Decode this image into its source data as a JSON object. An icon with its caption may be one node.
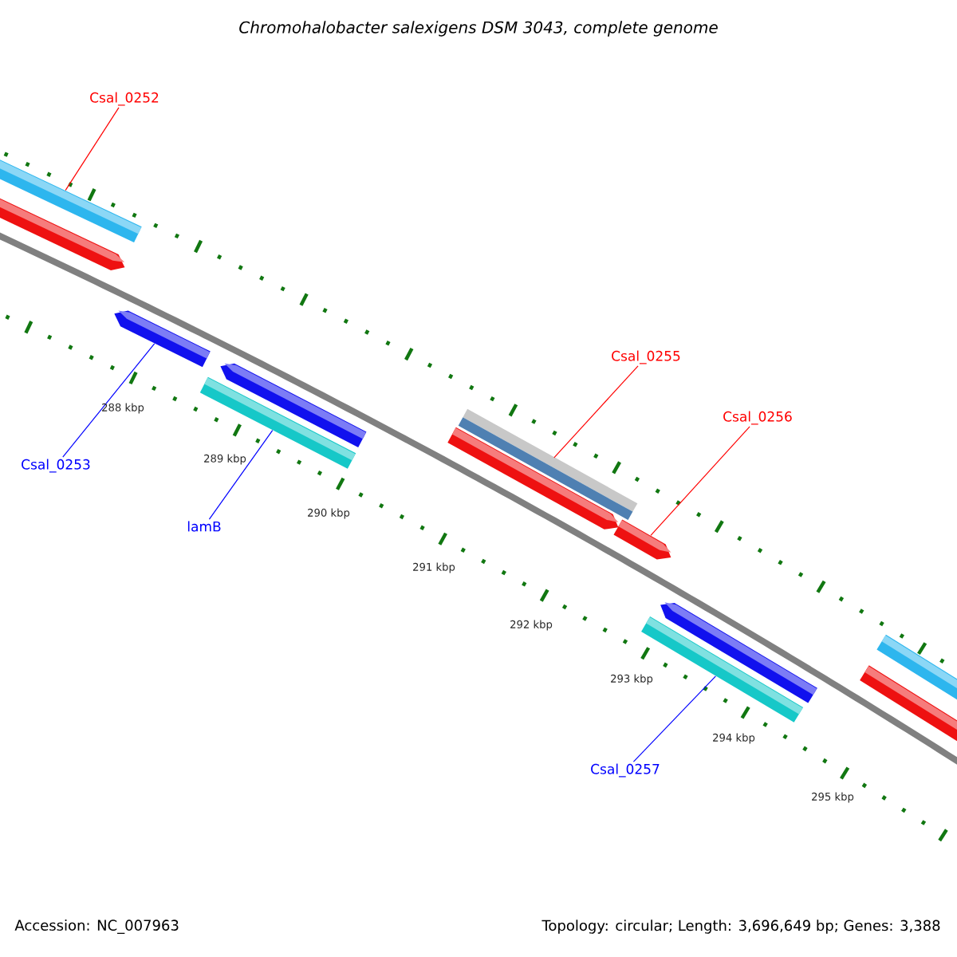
{
  "diagram": {
    "title": "Chromohalobacter salexigens DSM 3043, complete genome",
    "nodes": [
      {
        "text": [
          "Csal_0252"
        ]
      },
      {
        "text": [
          "Csal_0255"
        ]
      },
      {
        "text": [
          "Csal_0256"
        ]
      },
      {
        "text": [
          "Csal_0253"
        ]
      },
      {
        "text": [
          "lamB"
        ]
      },
      {
        "text": [
          "Csal_0257"
        ]
      },
      {
        "text": [],
        "shape": "bar"
      },
      {
        "text": [],
        "shape": "bar"
      },
      {
        "text": [],
        "shape": "bar"
      },
      {
        "text": [],
        "shape": "bar"
      },
      {
        "text": [],
        "shape": "bar"
      },
      {
        "text": [],
        "shape": "bar"
      }
    ],
    "edges": [
      {
        "from": 0,
        "to": 6,
        "arrow": "none",
        "color": "#ff0000"
      },
      {
        "from": 3,
        "to": 7,
        "arrow": "none",
        "color": "#0000ff"
      },
      {
        "from": 4,
        "to": 8,
        "arrow": "none",
        "color": "#0000ff"
      },
      {
        "from": 1,
        "to": 9,
        "arrow": "none",
        "color": "#ff0000"
      },
      {
        "from": 2,
        "to": 10,
        "arrow": "none",
        "color": "#ff0000"
      },
      {
        "from": 5,
        "to": 11,
        "arrow": "none",
        "color": "#0000ff"
      }
    ],
    "labels": [
      "288 kbp",
      "289 kbp",
      "290 kbp",
      "291 kbp",
      "292 kbp",
      "293 kbp",
      "294 kbp",
      "295 kbp",
      "Accession: NC_007963",
      "Topology: circular; Length: 3,696,649 bp; Genes: 3,388"
    ]
  }
}
